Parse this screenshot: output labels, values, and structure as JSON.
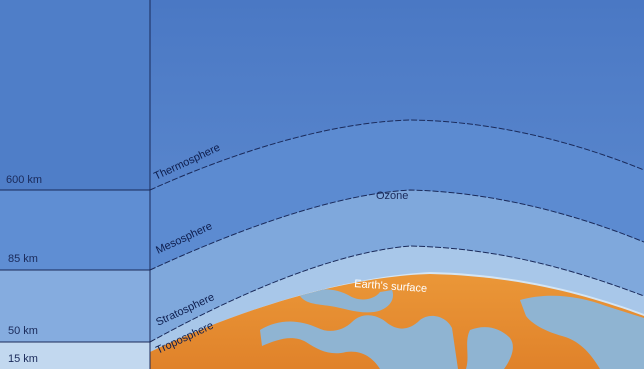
{
  "altitudes": [
    {
      "label": "600 km"
    },
    {
      "label": "85 km"
    },
    {
      "label": "50 km"
    },
    {
      "label": "15 km"
    }
  ],
  "layers": [
    {
      "name": "Thermosphere"
    },
    {
      "name": "Mesosphere"
    },
    {
      "name": "Stratosphere"
    },
    {
      "name": "Troposphere"
    }
  ],
  "annotations": {
    "ozone": "Ozone",
    "surface": "Earth's surface"
  },
  "colors": {
    "sky_top": "#4f7ec8",
    "thermosphere": "#5a8ad0",
    "mesosphere": "#7aa6dc",
    "stratosphere": "#a7c6e8",
    "troposphere": "#d6e6f4",
    "earth_land": "#e6902e",
    "earth_water": "#8fb4d2",
    "boundary_line": "#1a2a5a"
  }
}
